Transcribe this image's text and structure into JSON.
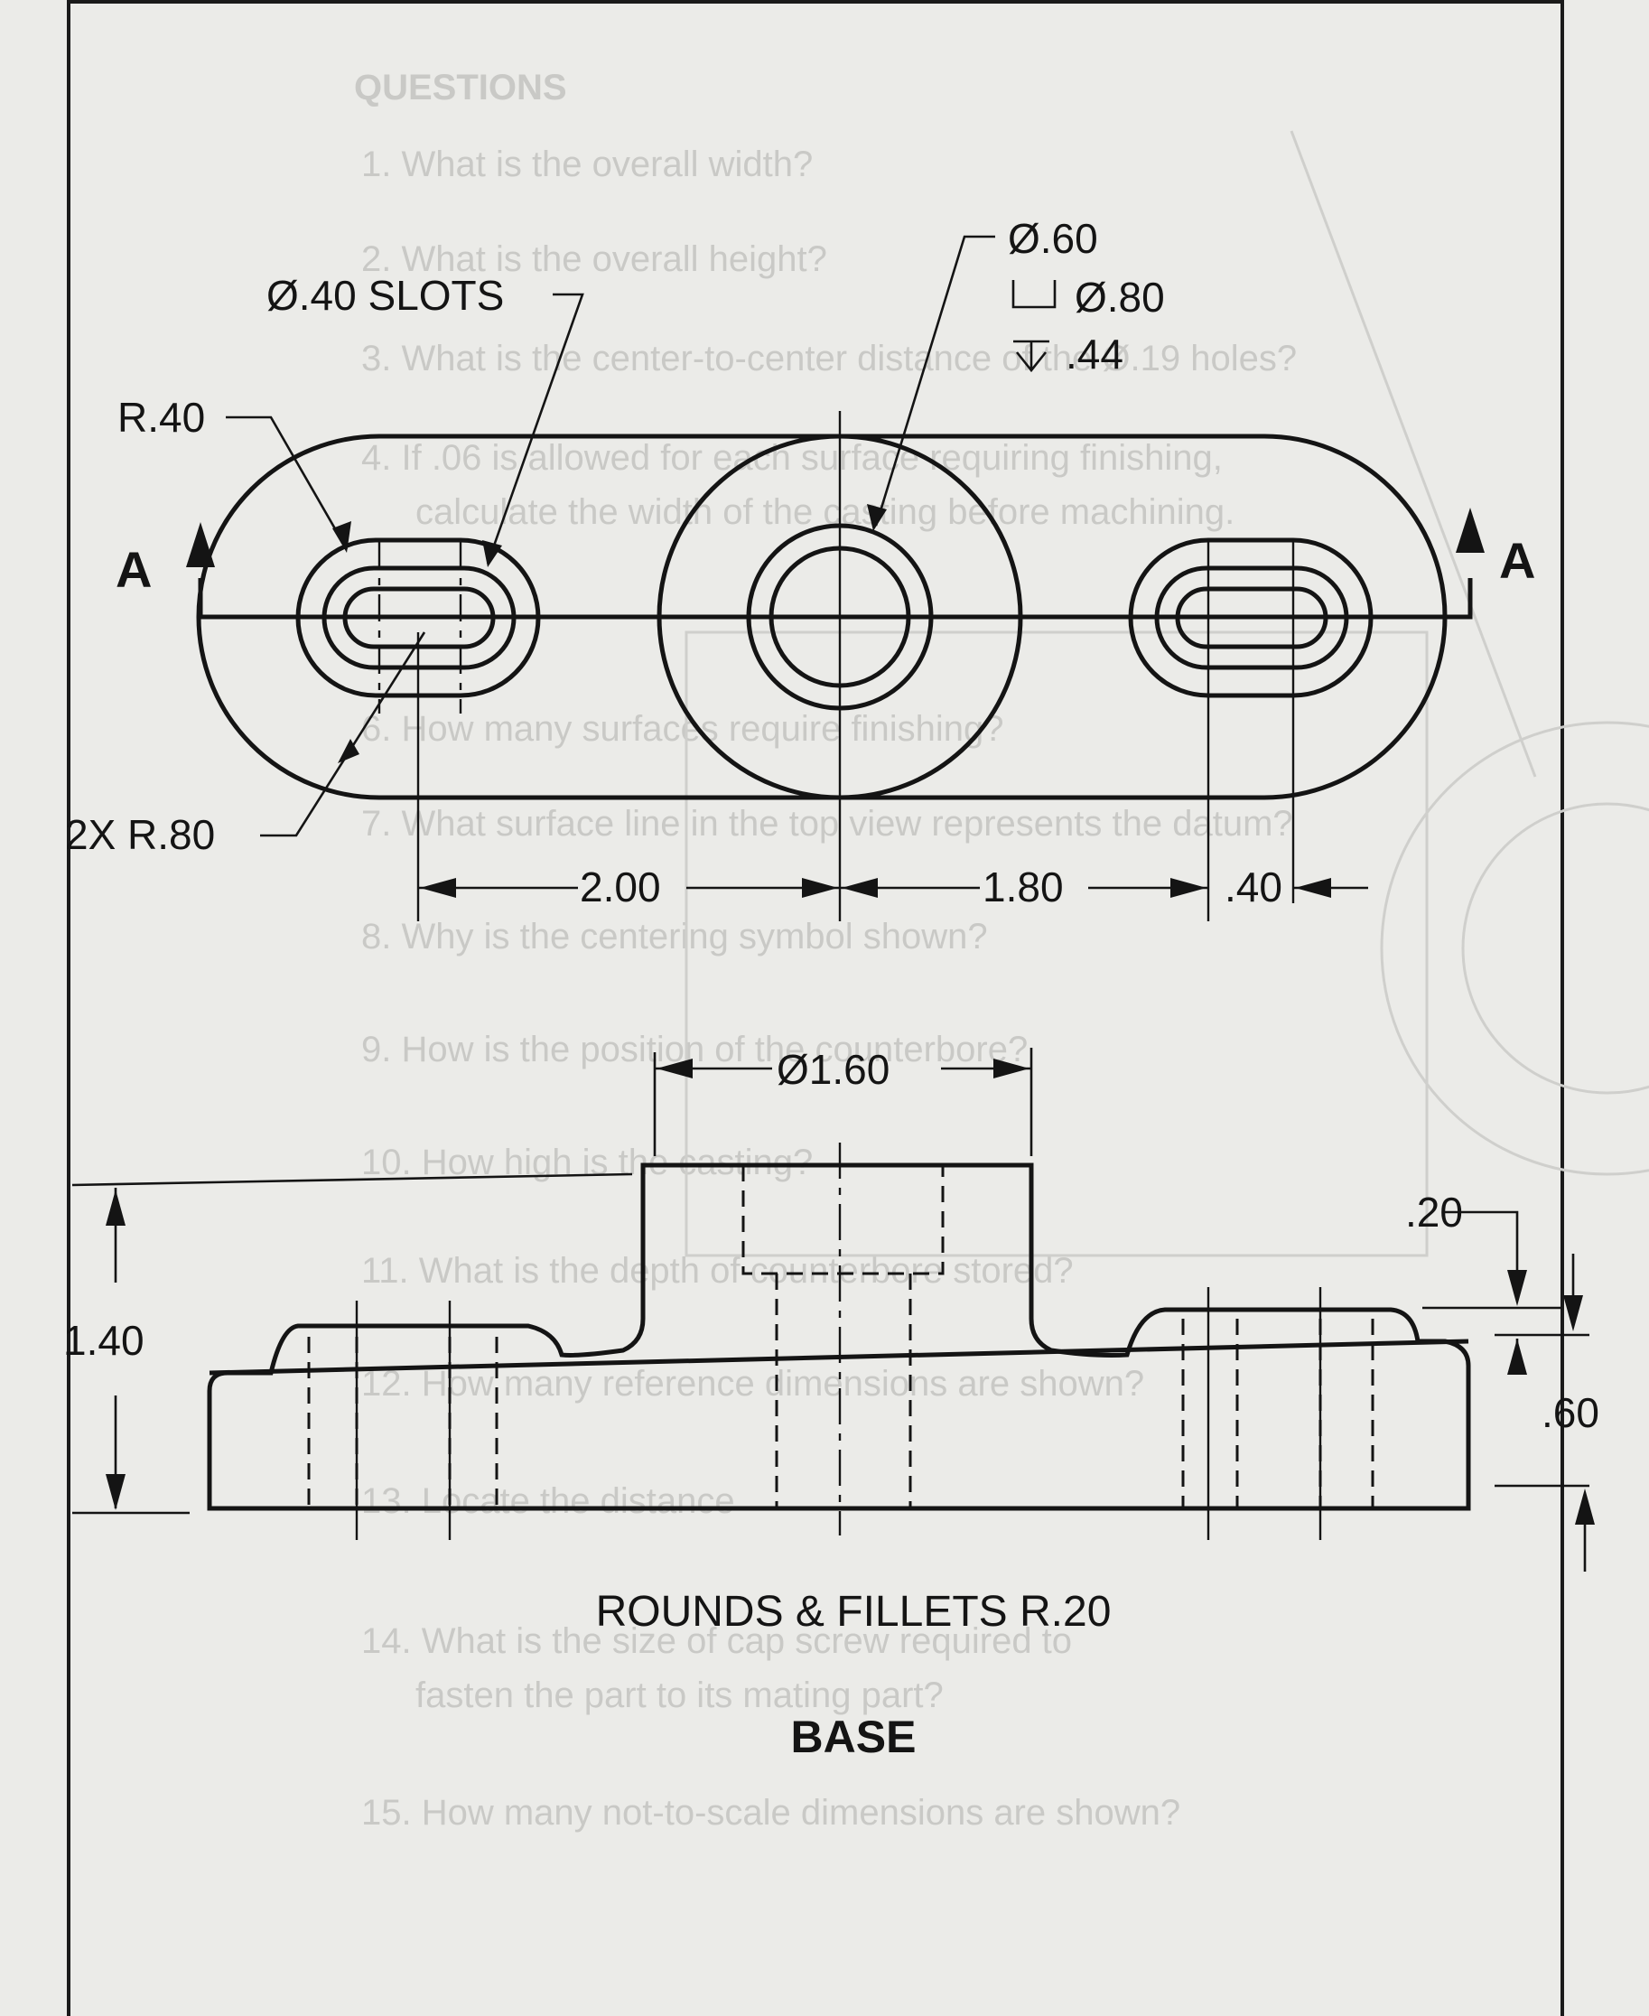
{
  "top_view": {
    "slots_note": "Ø.40 SLOTS",
    "slot_end_radius": "R.40",
    "outer_radius": "2X R.80",
    "hole_callout": {
      "dia": "Ø.60",
      "cbore": "Ø.80",
      "depth": ".44"
    },
    "section_label_left": "A",
    "section_label_right": "A",
    "dim_left": "2.00",
    "dim_mid": "1.80",
    "dim_right": ".40"
  },
  "front_view": {
    "boss_dia": "Ø1.60",
    "overall_height": "1.40",
    "pad_height": ".20",
    "base_height": ".60",
    "note": "ROUNDS & FILLETS R.20"
  },
  "title": "BASE",
  "bleed_through": {
    "heading": "QUESTIONS",
    "q1": "1.  What is the overall width?",
    "q2": "2.  What is the overall height?",
    "q3": "3.  What is the center-to-center distance of the Ø.19 holes?",
    "q4": "4.  If .06 is allowed for each surface requiring finishing,",
    "q4b": "calculate the width of the casting before machining.",
    "q6": "6.  How many surfaces require finishing?",
    "q7": "7.  What surface line in the top view represents the datum?",
    "q8": "8.  Why is the centering symbol shown?",
    "q9": "9.  How is the position of the counterbore?",
    "q10": "10. How high is the casting?",
    "q11": "11. What is the depth of counterbore stored?",
    "q12": "12. How many reference dimensions are shown?",
    "q13": "13. Locate the distance",
    "q14": "14. What is the size of cap screw required to",
    "q14b": "fasten the part to its mating part?",
    "q15": "15. How many not-to-scale dimensions are shown?"
  }
}
